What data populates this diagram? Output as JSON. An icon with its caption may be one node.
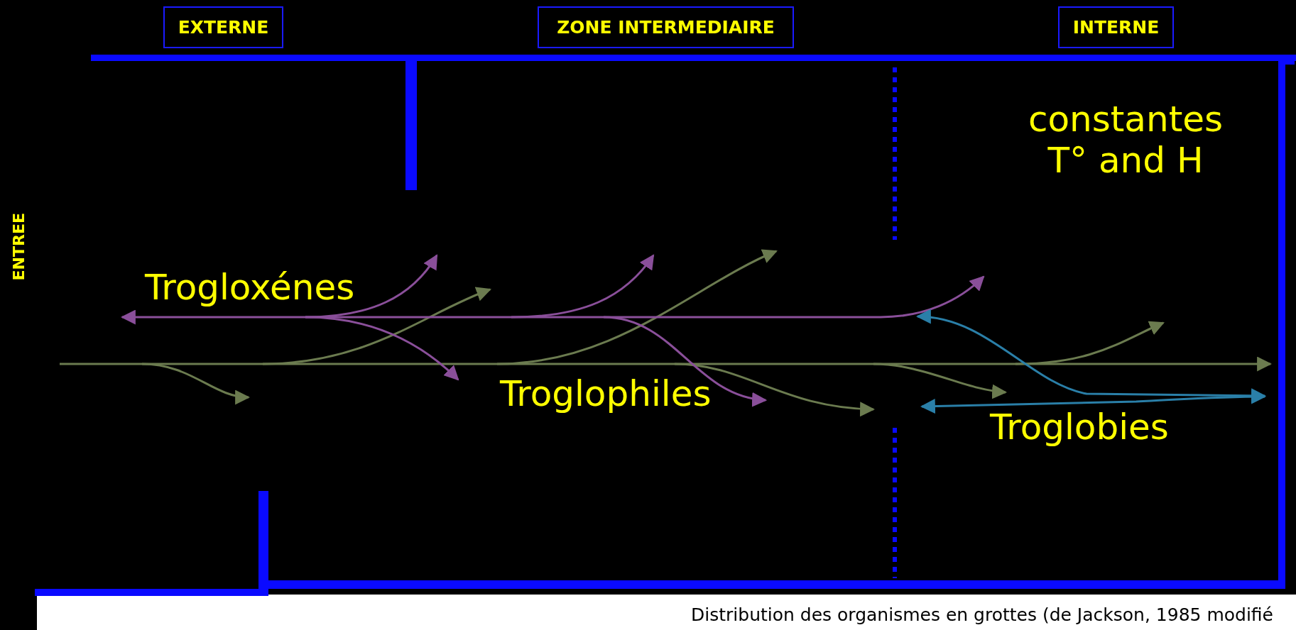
{
  "diagram": {
    "caption": "Distribution des organismes en grottes (de Jackson, 1985 modifié",
    "nodes": [
      {
        "text": [
          "EXTERNE"
        ]
      },
      {
        "text": [
          "ZONE INTERMEDIAIRE"
        ]
      },
      {
        "text": [
          "INTERNE"
        ]
      }
    ],
    "labels": [
      "ENTREE",
      "constantes T° and H",
      "Trogloxénes",
      "Troglophiles",
      "Troglobies"
    ]
  }
}
